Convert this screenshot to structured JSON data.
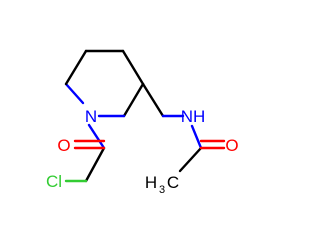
{
  "structure": {
    "atoms": {
      "n_ring": "N",
      "o_ketone": "O",
      "cl": "Cl",
      "nh": "NH",
      "o_amide": "O",
      "ch3_main": "H",
      "ch3_c": "C",
      "ch3_sub": "3"
    }
  },
  "colors": {
    "carbon": "#000000",
    "nitrogen": "#0000ff",
    "oxygen": "#ff0000",
    "chlorine": "#33cc33"
  }
}
